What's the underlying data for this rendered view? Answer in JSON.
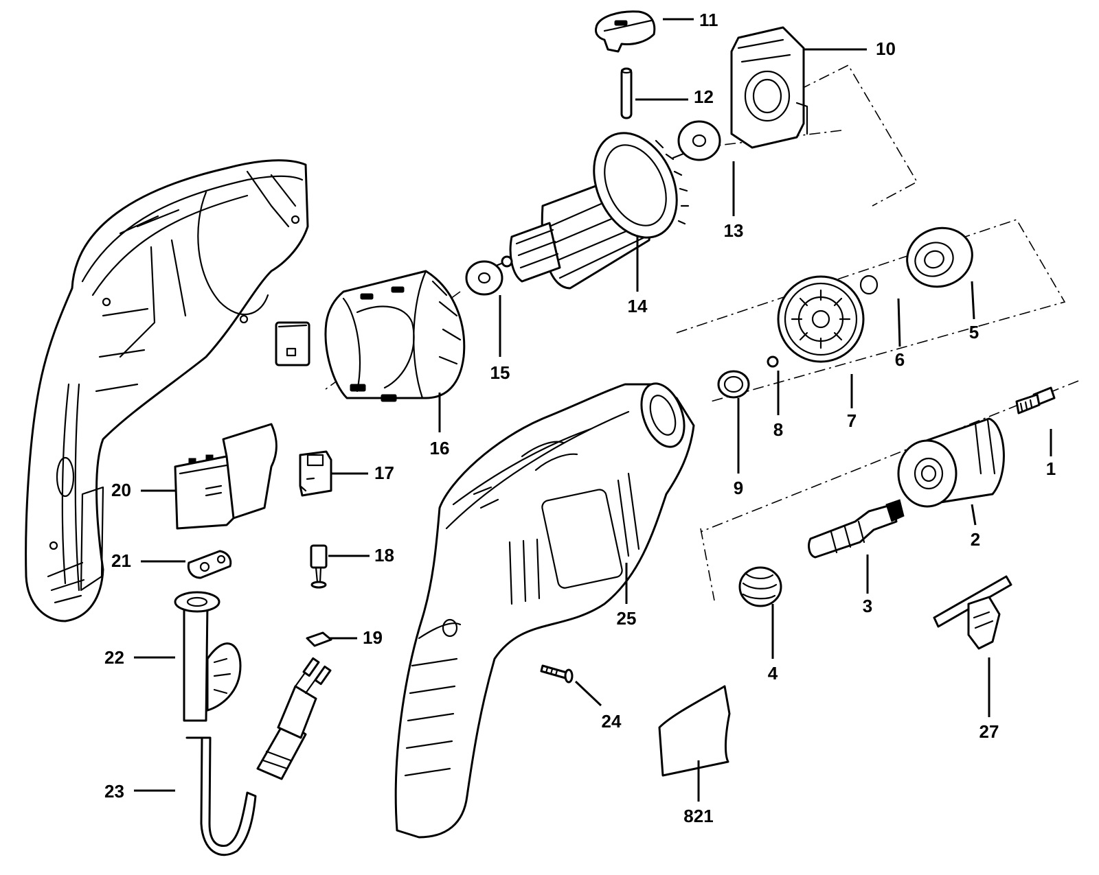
{
  "callouts": [
    {
      "id": "1",
      "label": "1"
    },
    {
      "id": "2",
      "label": "2"
    },
    {
      "id": "3",
      "label": "3"
    },
    {
      "id": "4",
      "label": "4"
    },
    {
      "id": "5",
      "label": "5"
    },
    {
      "id": "6",
      "label": "6"
    },
    {
      "id": "7",
      "label": "7"
    },
    {
      "id": "8",
      "label": "8"
    },
    {
      "id": "9",
      "label": "9"
    },
    {
      "id": "10",
      "label": "10"
    },
    {
      "id": "11",
      "label": "11"
    },
    {
      "id": "12",
      "label": "12"
    },
    {
      "id": "13",
      "label": "13"
    },
    {
      "id": "14",
      "label": "14"
    },
    {
      "id": "15",
      "label": "15"
    },
    {
      "id": "16",
      "label": "16"
    },
    {
      "id": "17",
      "label": "17"
    },
    {
      "id": "18",
      "label": "18"
    },
    {
      "id": "19",
      "label": "19"
    },
    {
      "id": "20",
      "label": "20"
    },
    {
      "id": "21",
      "label": "21"
    },
    {
      "id": "22",
      "label": "22"
    },
    {
      "id": "23",
      "label": "23"
    },
    {
      "id": "24",
      "label": "24"
    },
    {
      "id": "25",
      "label": "25"
    },
    {
      "id": "27",
      "label": "27"
    },
    {
      "id": "821",
      "label": "821"
    }
  ]
}
